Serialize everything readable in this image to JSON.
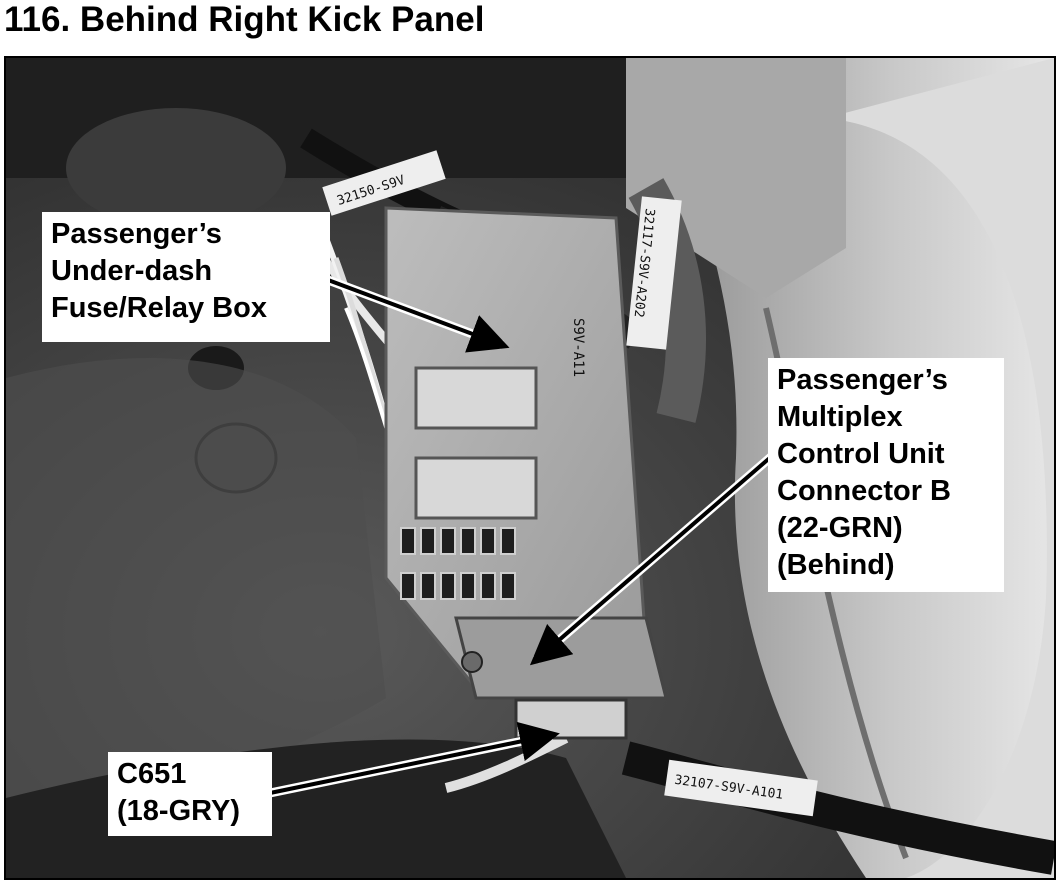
{
  "title": "116. Behind Right Kick Panel",
  "callouts": {
    "fuse_box": [
      "Passenger’s",
      "Under-dash",
      "Fuse/Relay Box"
    ],
    "multiplex": [
      "Passenger’s",
      "Multiplex",
      "Control Unit",
      "Connector B",
      "(22-GRN)",
      "(Behind)"
    ],
    "c651": [
      "C651",
      "(18-GRY)"
    ]
  },
  "photo_labels": {
    "part_label_top": "32150-S9V",
    "part_label_side": "32117-S9V-A202",
    "part_label_box": "S9V-A11",
    "part_label_bottom": "32107-S9V-A101"
  }
}
